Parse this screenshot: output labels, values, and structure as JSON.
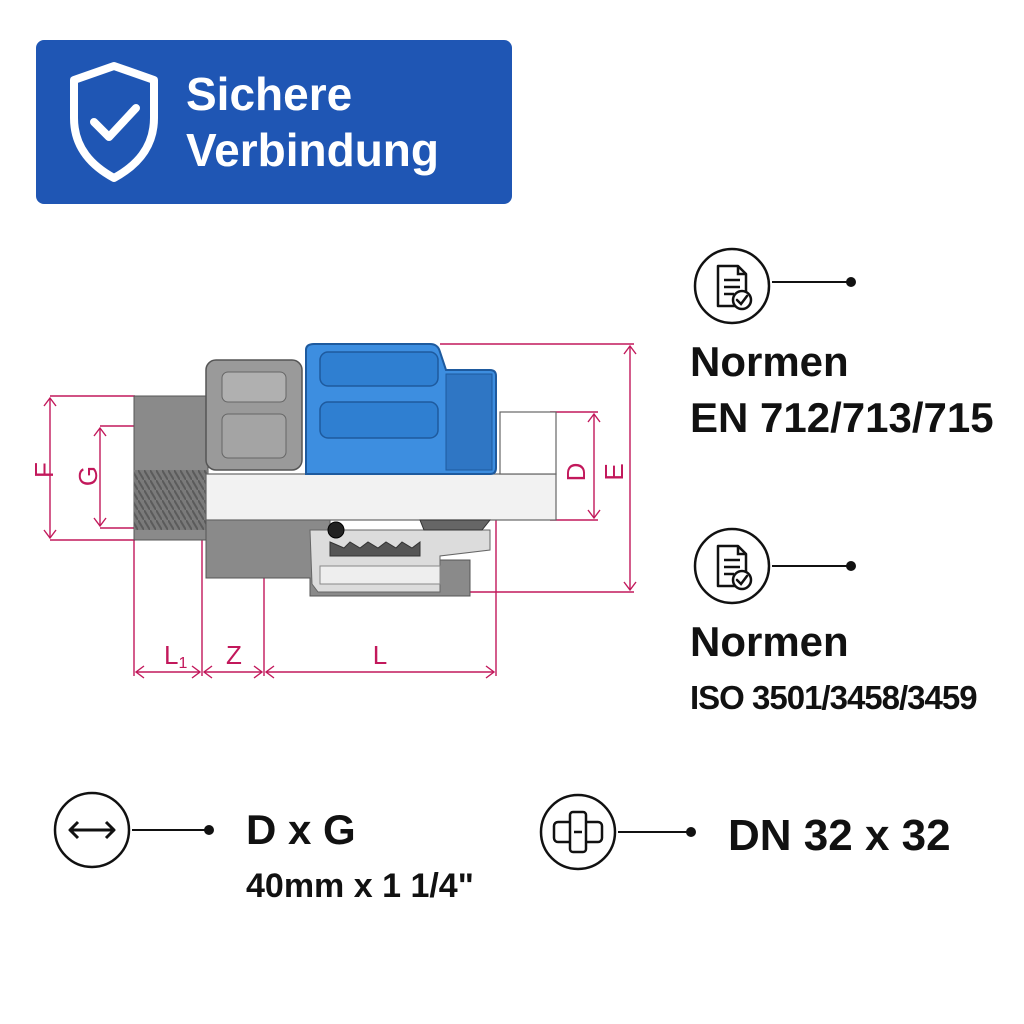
{
  "badge": {
    "line1": "Sichere",
    "line2": "Verbindung",
    "color": "#1f56b4",
    "icon": "shield-check-icon"
  },
  "diagram": {
    "dimensions": {
      "F": "F",
      "G": "G",
      "D": "D",
      "E": "E",
      "L1": "L",
      "L1_sub": "1",
      "Z": "Z",
      "L": "L"
    },
    "dimension_color": "#c2185b",
    "nut_color": "#3d8ee0"
  },
  "norms": [
    {
      "icon": "document-check-icon",
      "title": "Normen",
      "subtitle": "EN 712/713/715"
    },
    {
      "icon": "document-check-icon",
      "title": "Normen",
      "subtitle": "ISO 3501/3458/3459"
    }
  ],
  "specs": {
    "size": {
      "icon": "double-arrow-icon",
      "title": "D x G",
      "value": "40mm x 1 1/4\""
    },
    "dn": {
      "icon": "pipe-fitting-icon",
      "value": "DN 32 x 32"
    }
  }
}
